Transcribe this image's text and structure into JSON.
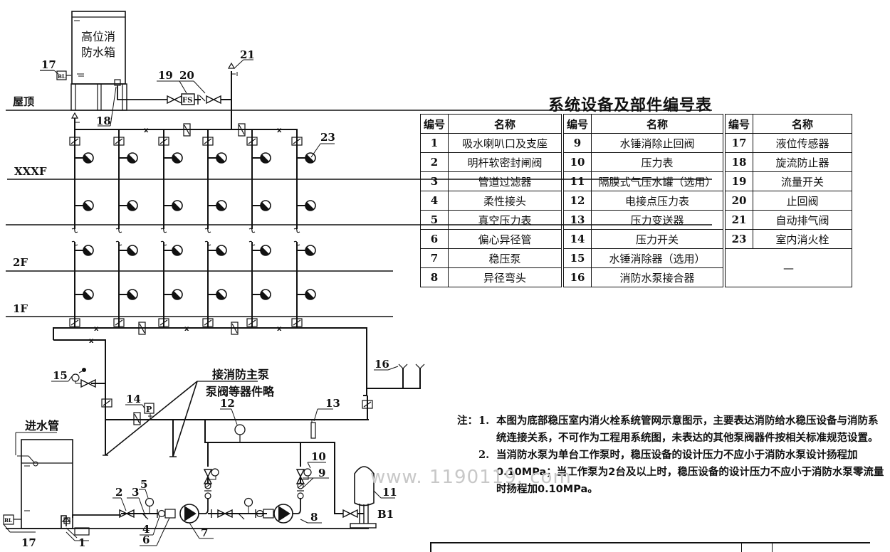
{
  "diagram": {
    "tank_top_label_line1": "高位消",
    "tank_top_label_line2": "防水箱",
    "inlet_label": "进水管",
    "main_pump_note_line1": "接消防主泵",
    "main_pump_note_line2": "泵阀等器件略",
    "level_sensor_symbol": "BL",
    "flow_switch_symbol": "FS",
    "pressure_switch_symbol": "P",
    "basement_label": "B1",
    "floors": [
      "屋顶",
      "XXXF",
      "2F",
      "1F"
    ],
    "callouts": {
      "c1": "1",
      "c2": "2",
      "c3": "3",
      "c4": "4",
      "c5": "5",
      "c6": "6",
      "c7": "7",
      "c8": "8",
      "c9": "9",
      "c10": "10",
      "c11": "11",
      "c12": "12",
      "c13": "13",
      "c14": "14",
      "c15": "15",
      "c16": "16",
      "c17a": "17",
      "c17b": "17",
      "c18": "18",
      "c19": "19",
      "c20": "20",
      "c21": "21",
      "c23": "23"
    }
  },
  "table": {
    "title": "系统设备及部件编号表",
    "headers": {
      "num": "编号",
      "name": "名称"
    },
    "rows": [
      [
        {
          "n": "1",
          "name": "吸水喇叭口及支座"
        },
        {
          "n": "9",
          "name": "水锤消除止回阀"
        },
        {
          "n": "17",
          "name": "液位传感器"
        }
      ],
      [
        {
          "n": "2",
          "name": "明杆软密封闸阀"
        },
        {
          "n": "10",
          "name": "压力表"
        },
        {
          "n": "18",
          "name": "旋流防止器"
        }
      ],
      [
        {
          "n": "3",
          "name": "管道过滤器"
        },
        {
          "n": "11",
          "name": "隔膜式气压水罐（选用）"
        },
        {
          "n": "19",
          "name": "流量开关"
        }
      ],
      [
        {
          "n": "4",
          "name": "柔性接头"
        },
        {
          "n": "12",
          "name": "电接点压力表"
        },
        {
          "n": "20",
          "name": "止回阀"
        }
      ],
      [
        {
          "n": "5",
          "name": "真空压力表"
        },
        {
          "n": "13",
          "name": "压力变送器"
        },
        {
          "n": "21",
          "name": "自动排气阀"
        }
      ],
      [
        {
          "n": "6",
          "name": "偏心异径管"
        },
        {
          "n": "14",
          "name": "压力开关"
        },
        {
          "n": "23",
          "name": "室内消火栓"
        }
      ],
      [
        {
          "n": "7",
          "name": "稳压泵"
        },
        {
          "n": "15",
          "name": "水锤消除器（选用）"
        }
      ],
      [
        {
          "n": "8",
          "name": "异径弯头"
        },
        {
          "n": "16",
          "name": "消防水泵接合器"
        }
      ]
    ],
    "empty_cell": "—"
  },
  "notes": {
    "prefix": "注：",
    "items": [
      {
        "n": "1.",
        "text": "本图为底部稳压室内消火栓系统管网示意图示，主要表达消防给水稳压设备与消防系统连接关系，不可作为工程用系统图，未表达的其他泵阀器件按相关标准规范设置。"
      },
      {
        "n": "2.",
        "text": "当消防水泵为单台工作泵时，稳压设备的设计压力不应小于消防水泵设计扬程加0.10MPa；当工作泵为2台及以上时，稳压设备的设计压力不应小于消防水泵零流量时扬程加0.10MPa。"
      }
    ]
  },
  "watermark": "www. 1190119. com"
}
